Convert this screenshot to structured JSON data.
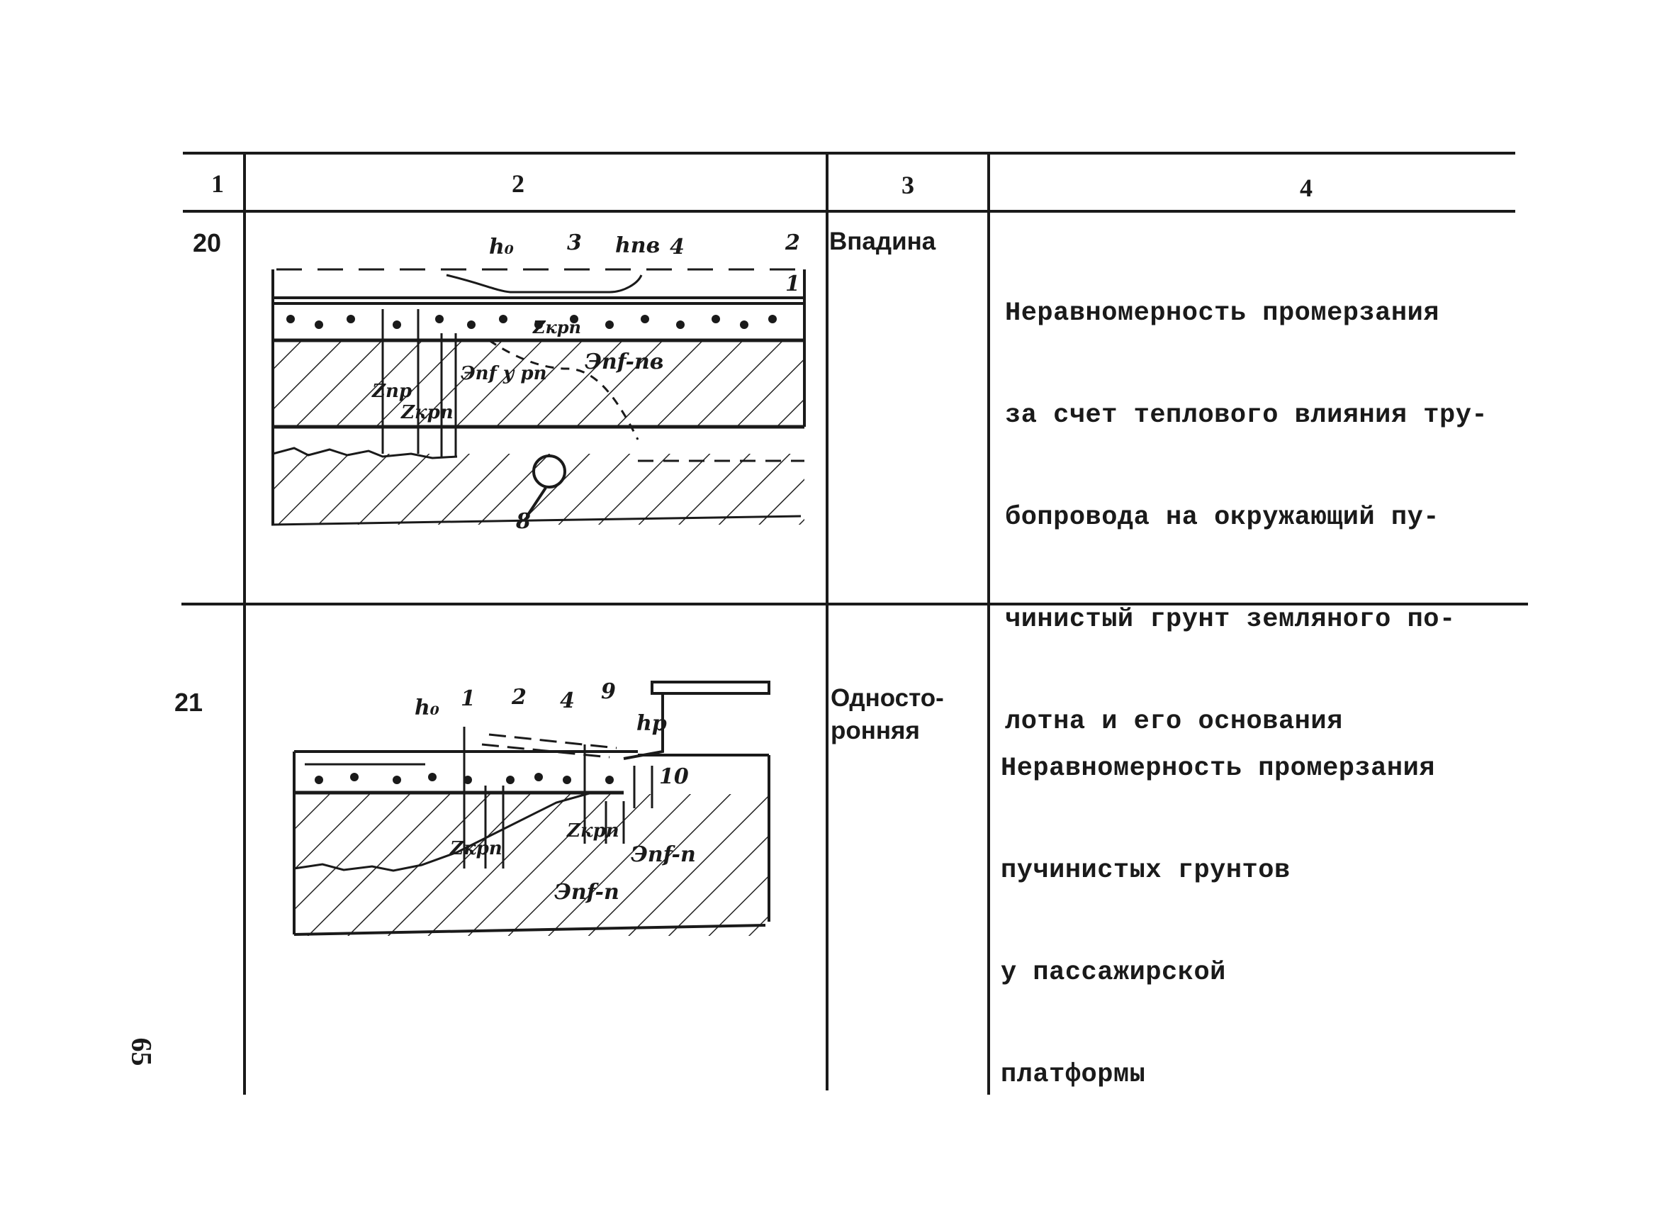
{
  "table": {
    "headers": [
      "1",
      "2",
      "3",
      "4"
    ],
    "rows": [
      {
        "number": "20",
        "type": "Впадина",
        "description_lines": [
          "Неравномерность промерзания",
          "за счет теплового влияния тру-",
          "бопровода на окружающий пу-",
          "чинистый грунт земляного по-",
          "лотна и его основания"
        ],
        "figure_labels": {
          "h0": "h₀",
          "l3": "3",
          "hpv": "hпв",
          "l4": "4",
          "l2": "2",
          "l1": "1",
          "zkrp_small": "Zкрп",
          "zpr": "Zпр",
          "zkrp": "Zкрп",
          "eplpv": "Эпf-пв",
          "epl_u": "Эпf у рп",
          "l8": "8"
        }
      },
      {
        "number": "21",
        "type_lines": [
          "Односто-",
          "ронняя"
        ],
        "description_lines": [
          "Неравномерность промерзания",
          "пучинистых грунтов",
          "у пассажирской",
          "платформы"
        ],
        "figure_labels": {
          "h0": "h₀",
          "l1": "1",
          "l2": "2",
          "l4": "4",
          "l9": "9",
          "hp": "hр",
          "l10": "10",
          "zkrp": "Zкрп",
          "zkrp2": "Zкрп",
          "eplp1": "Эпf-п",
          "eplp2": "Эпf-п"
        }
      }
    ]
  },
  "page_number": "65"
}
